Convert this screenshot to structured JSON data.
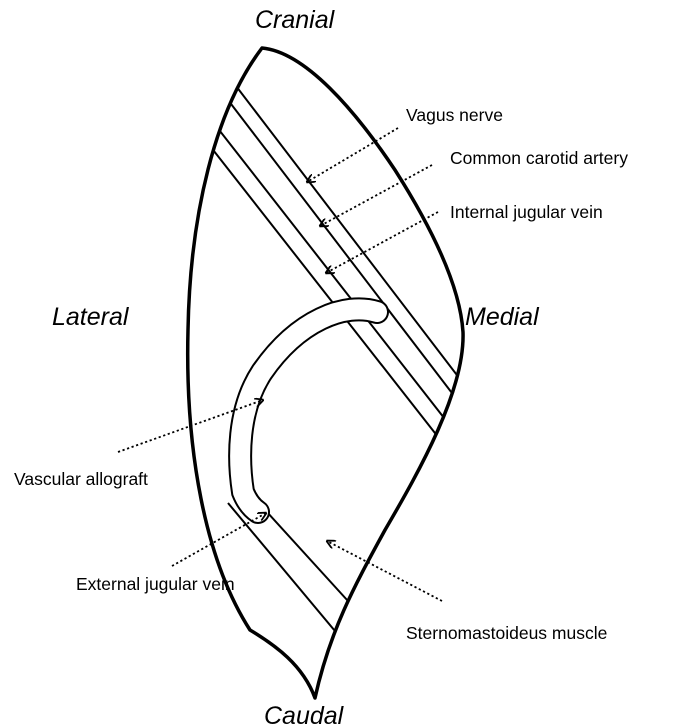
{
  "orientation": {
    "cranial": "Cranial",
    "caudal": "Caudal",
    "lateral": "Lateral",
    "medial": "Medial"
  },
  "labels": {
    "vagus_nerve": "Vagus nerve",
    "common_carotid_artery": "Common carotid artery",
    "internal_jugular_vein": "Internal jugular vein",
    "vascular_allograft": "Vascular allograft",
    "external_jugular_vein": "External jugular vein",
    "sternomastoideus_muscle": "Sternomastoideus muscle"
  },
  "colors": {
    "line": "#000000",
    "background": "#ffffff"
  }
}
